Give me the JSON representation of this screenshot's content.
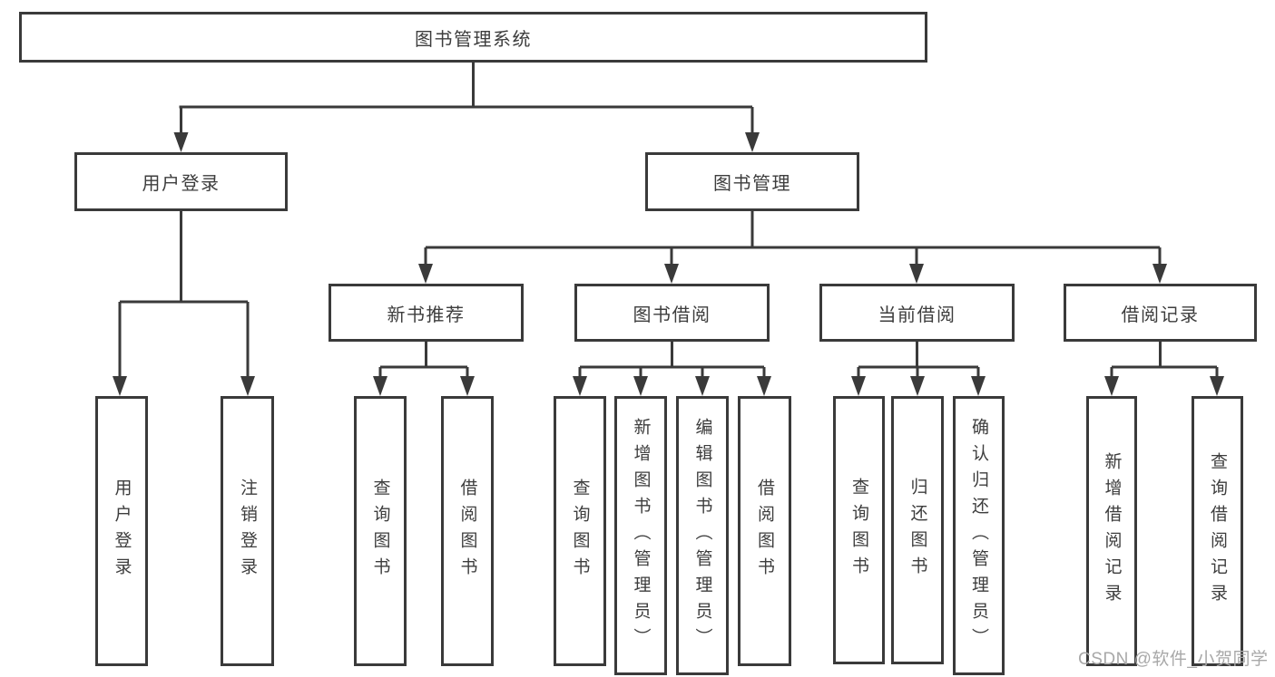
{
  "diagram": {
    "root": {
      "label": "图书管理系统"
    },
    "branches": [
      {
        "id": "user-login",
        "label": "用户登录",
        "children": [
          {
            "label": "用户登录"
          },
          {
            "label": "注销登录"
          }
        ]
      },
      {
        "id": "book-management",
        "label": "图书管理",
        "children": [
          {
            "id": "new-book-recommend",
            "label": "新书推荐",
            "children": [
              {
                "label": "查询图书"
              },
              {
                "label": "借阅图书"
              }
            ]
          },
          {
            "id": "book-borrow",
            "label": "图书借阅",
            "children": [
              {
                "label": "查询图书"
              },
              {
                "label": "新增图书（管理员）"
              },
              {
                "label": "编辑图书（管理员）"
              },
              {
                "label": "借阅图书"
              }
            ]
          },
          {
            "id": "current-borrow",
            "label": "当前借阅",
            "children": [
              {
                "label": "查询图书"
              },
              {
                "label": "归还图书"
              },
              {
                "label": "确认归还（管理员）"
              }
            ]
          },
          {
            "id": "borrow-record",
            "label": "借阅记录",
            "children": [
              {
                "label": "新增借阅记录"
              },
              {
                "label": "查询借阅记录"
              }
            ]
          }
        ]
      }
    ],
    "watermark": "CSDN @软件_小贺同学"
  },
  "colors": {
    "line": "#3a3a3a",
    "text": "#3d3d3d",
    "watermark": "#a8a8a8",
    "bg": "#ffffff"
  }
}
